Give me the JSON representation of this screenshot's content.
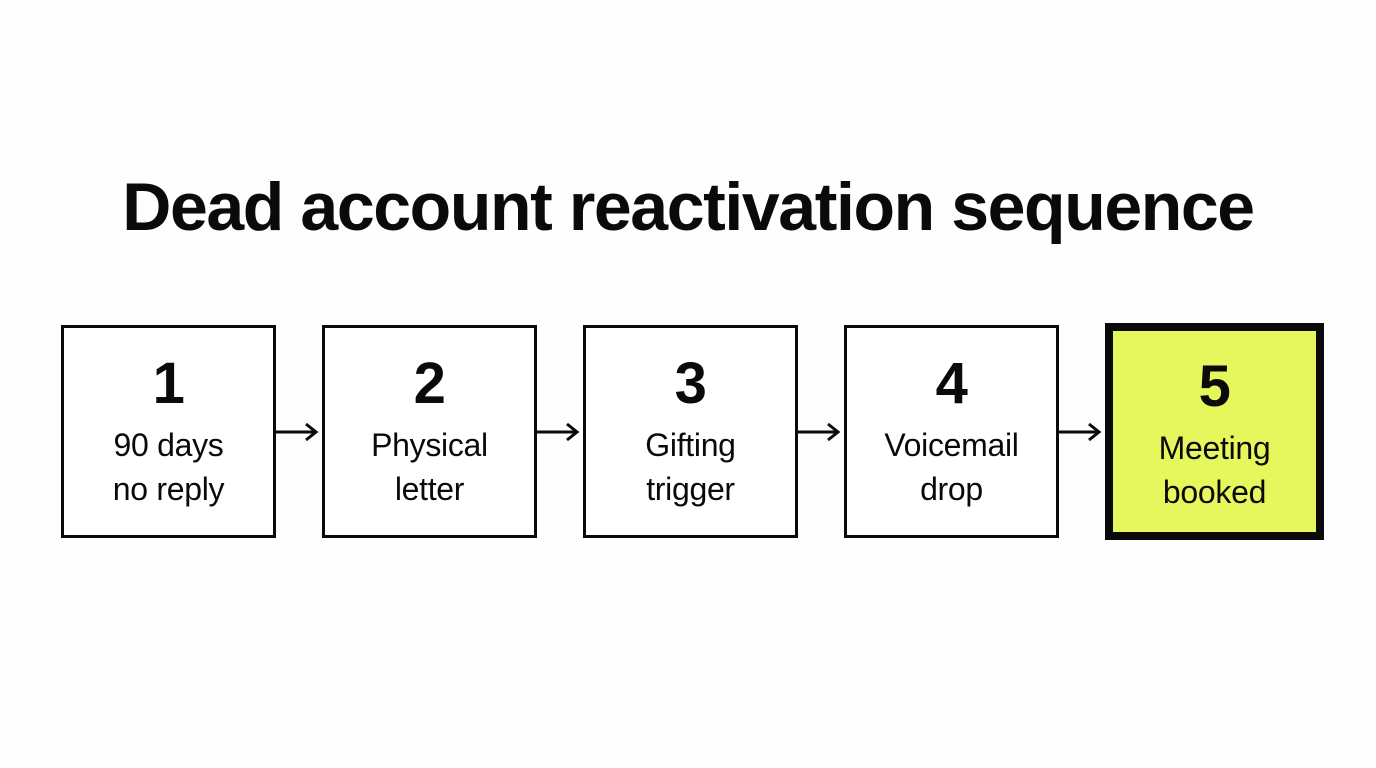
{
  "slide": {
    "background_color": "#FEFEFE",
    "title": "Dead account reactivation sequence",
    "title_color": "#0A0A0A"
  },
  "flow": {
    "accent_color": "#E5F75C",
    "line_color": "#0A0A0A",
    "connector_icon": "arrow-right-icon",
    "steps": [
      {
        "number": "1",
        "label": "90 days\nno reply",
        "highlighted": false
      },
      {
        "number": "2",
        "label": "Physical\nletter",
        "highlighted": false
      },
      {
        "number": "3",
        "label": "Gifting\ntrigger",
        "highlighted": false
      },
      {
        "number": "4",
        "label": "Voicemail\ndrop",
        "highlighted": false
      },
      {
        "number": "5",
        "label": "Meeting\nbooked",
        "highlighted": true
      }
    ]
  }
}
